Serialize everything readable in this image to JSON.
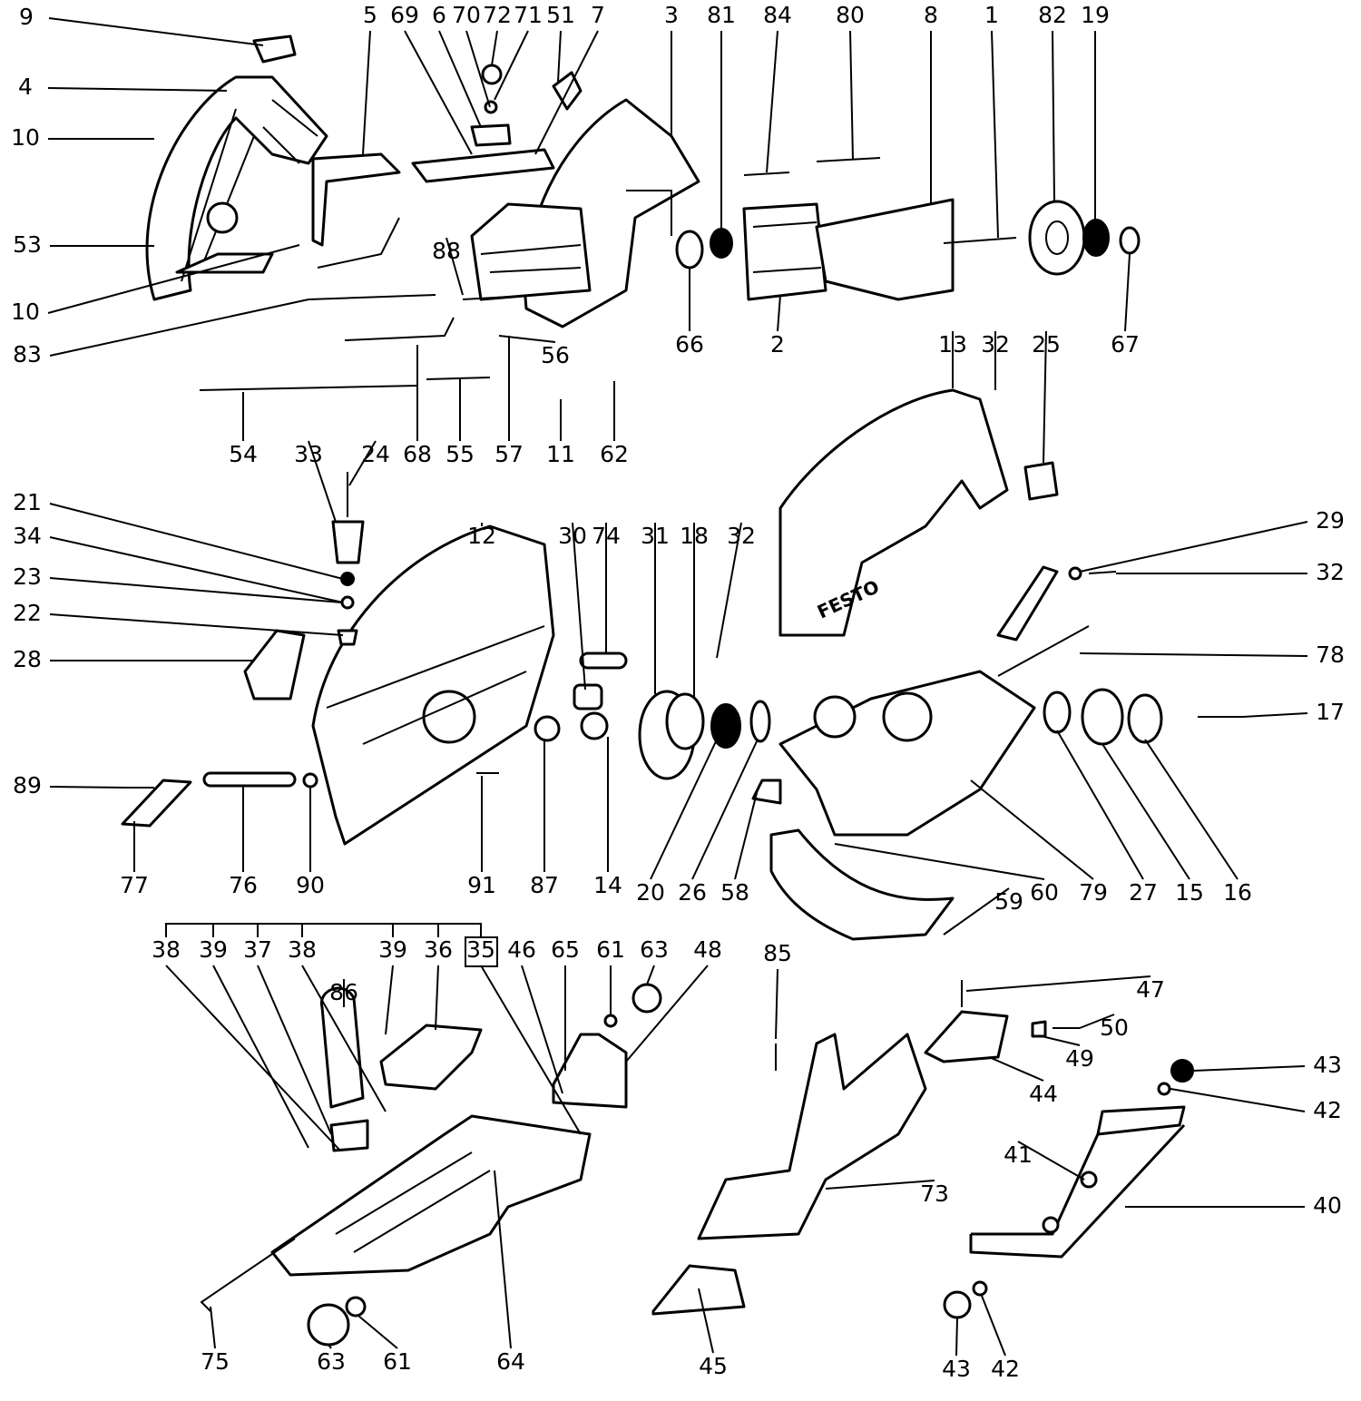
{
  "title": "Exploded parts diagram – circular saw",
  "labels": [
    "9",
    "4",
    "10",
    "53",
    "10",
    "83",
    "5",
    "69",
    "6",
    "70",
    "72",
    "71",
    "51",
    "7",
    "3",
    "81",
    "84",
    "80",
    "8",
    "1",
    "82",
    "19",
    "88",
    "56",
    "66",
    "2",
    "67",
    "13",
    "32",
    "25",
    "54",
    "68",
    "55",
    "57",
    "11",
    "62",
    "33",
    "24",
    "21",
    "34",
    "23",
    "22",
    "28",
    "12",
    "30",
    "74",
    "31",
    "18",
    "32",
    "29",
    "32",
    "78",
    "17",
    "89",
    "77",
    "76",
    "90",
    "91",
    "87",
    "14",
    "20",
    "26",
    "58",
    "59",
    "60",
    "79",
    "27",
    "15",
    "16",
    "38",
    "39",
    "37",
    "38",
    "39",
    "36",
    "35",
    "46",
    "65",
    "61",
    "63",
    "48",
    "86",
    "85",
    "47",
    "50",
    "49",
    "44",
    "43",
    "42",
    "73",
    "41",
    "40",
    "75",
    "63",
    "61",
    "64",
    "45",
    "43",
    "42"
  ],
  "boxed_label": "35",
  "housing_brand": "FESTO"
}
